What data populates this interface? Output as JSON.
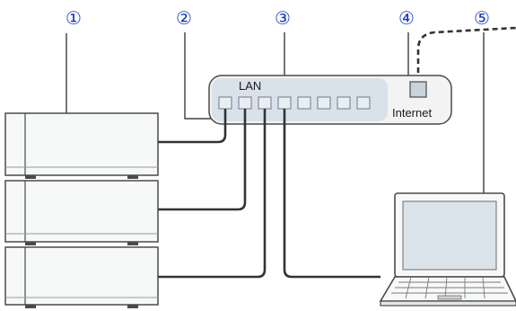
{
  "callouts": [
    "①",
    "②",
    "③",
    "④",
    "⑤"
  ],
  "router": {
    "lan_label": "LAN",
    "internet_label": "Internet"
  },
  "colors": {
    "callout_text": "#1238c8",
    "device_fill": "#f7f8f8",
    "device_stroke": "#4a4a4a",
    "router_panel": "#d9e2ea",
    "screen_fill": "#dbe3ea",
    "cable": "#333333"
  }
}
